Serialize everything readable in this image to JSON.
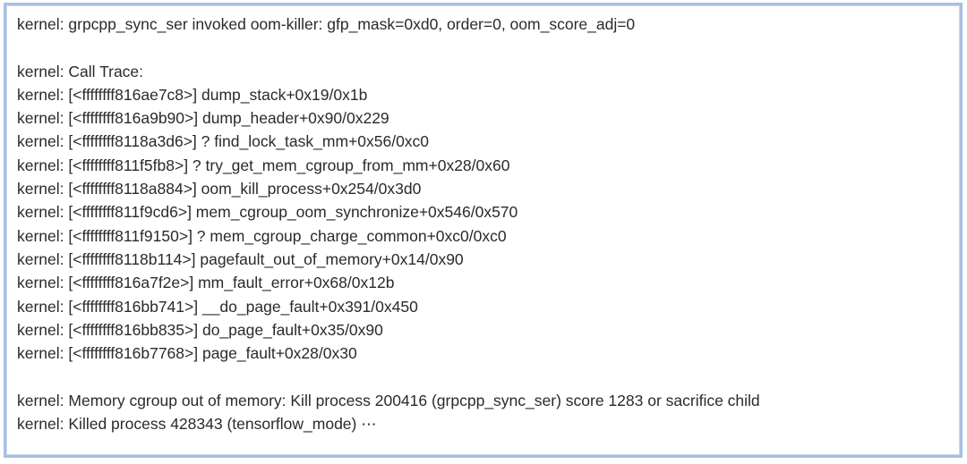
{
  "colors": {
    "panel_border": "#a6bfe2",
    "panel_border_inner": "#c9d9ef",
    "text": "#2a2a2a",
    "background": "#ffffff"
  },
  "log": {
    "lines": [
      "kernel: grpcpp_sync_ser invoked oom-killer: gfp_mask=0xd0, order=0, oom_score_adj=0",
      "",
      "kernel: Call Trace:",
      "kernel: [<ffffffff816ae7c8>] dump_stack+0x19/0x1b",
      "kernel: [<ffffffff816a9b90>] dump_header+0x90/0x229",
      "kernel: [<ffffffff8118a3d6>] ? find_lock_task_mm+0x56/0xc0",
      "kernel: [<ffffffff811f5fb8>] ? try_get_mem_cgroup_from_mm+0x28/0x60",
      "kernel: [<ffffffff8118a884>] oom_kill_process+0x254/0x3d0",
      "kernel: [<ffffffff811f9cd6>] mem_cgroup_oom_synchronize+0x546/0x570",
      "kernel: [<ffffffff811f9150>] ? mem_cgroup_charge_common+0xc0/0xc0",
      "kernel: [<ffffffff8118b114>] pagefault_out_of_memory+0x14/0x90",
      "kernel: [<ffffffff816a7f2e>] mm_fault_error+0x68/0x12b",
      "kernel: [<ffffffff816bb741>] __do_page_fault+0x391/0x450",
      "kernel: [<ffffffff816bb835>] do_page_fault+0x35/0x90",
      "kernel: [<ffffffff816b7768>] page_fault+0x28/0x30",
      "",
      "kernel: Memory cgroup out of memory: Kill process 200416 (grpcpp_sync_ser) score 1283 or sacrifice child",
      "kernel: Killed process 428343 (tensorflow_mode) ⋯"
    ]
  }
}
